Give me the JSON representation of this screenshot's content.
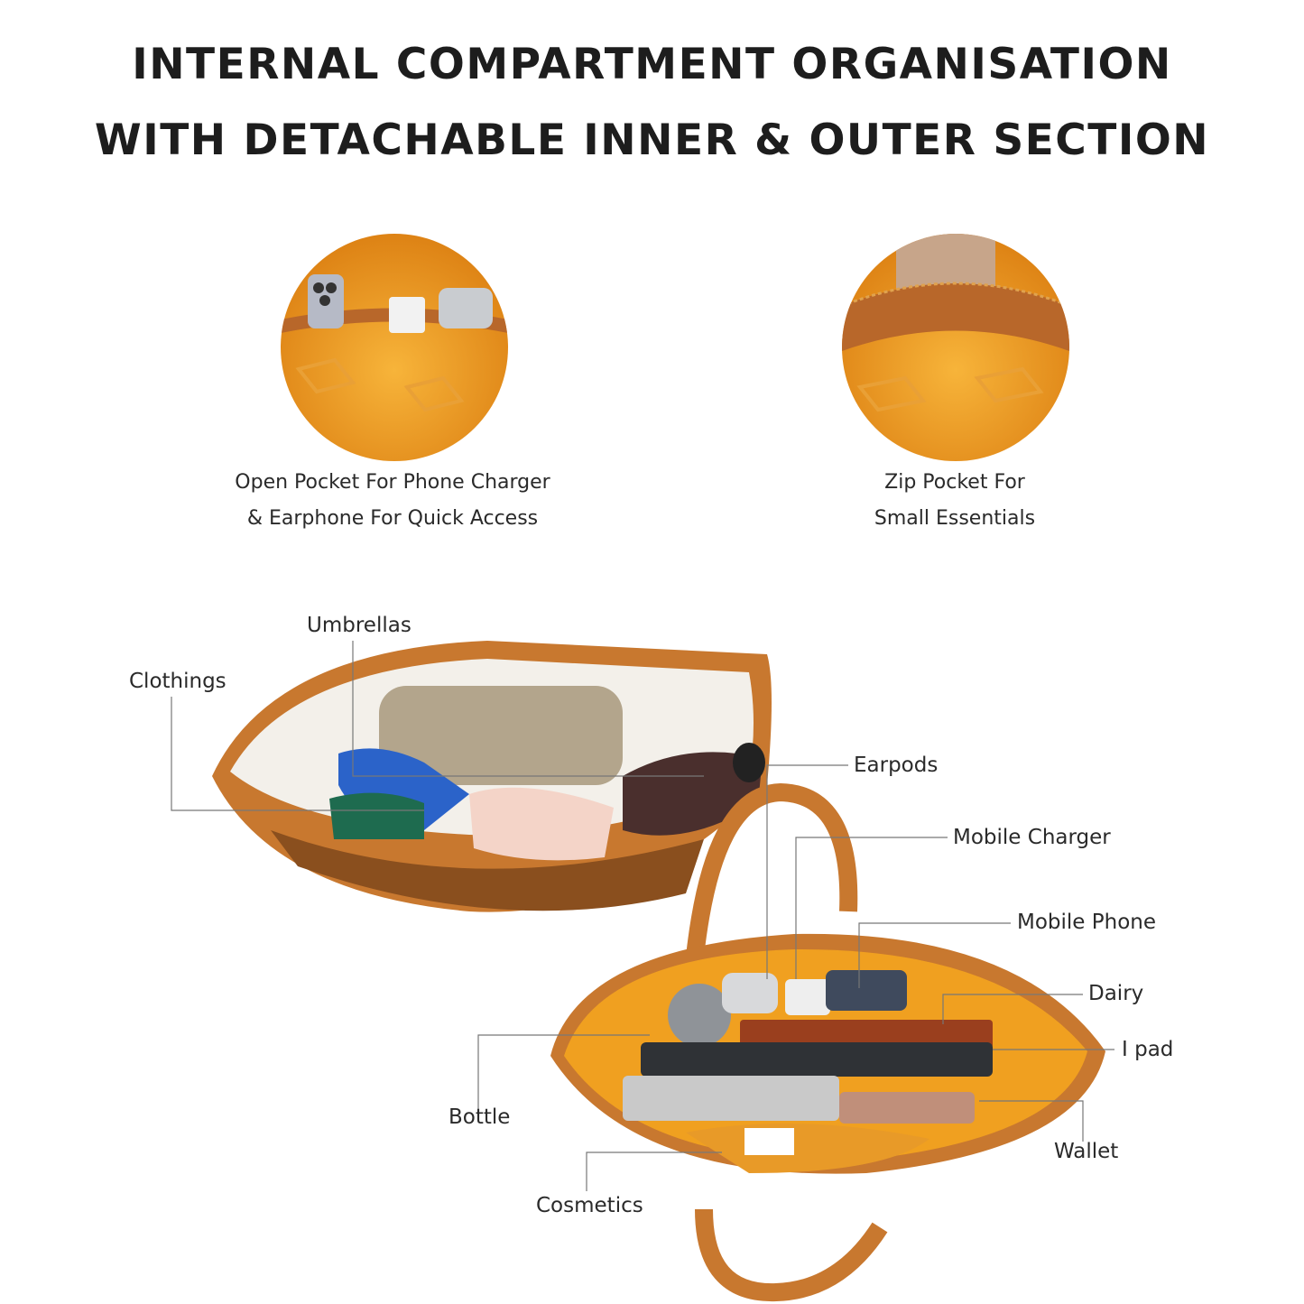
{
  "heading": {
    "line1": "INTERNAL COMPARTMENT ORGANISATION",
    "line2": "WITH DETACHABLE INNER & OUTER SECTION"
  },
  "features": [
    {
      "caption_line1": "Open Pocket For Phone Charger",
      "caption_line2": "& Earphone For Quick Access"
    },
    {
      "caption_line1": "Zip Pocket For",
      "caption_line2": "Small Essentials"
    }
  ],
  "callouts": {
    "umbrellas": "Umbrellas",
    "clothings": "Clothings",
    "earpods": "Earpods",
    "mobile_charger": "Mobile Charger",
    "mobile_phone": "Mobile Phone",
    "dairy": "Dairy",
    "ipad": "I pad",
    "bottle": "Bottle",
    "wallet": "Wallet",
    "cosmetics": "Cosmetics"
  },
  "colors": {
    "lining_orange": "#f0a020",
    "leather_tan": "#c8782f",
    "leather_dark": "#8a4f1e"
  }
}
